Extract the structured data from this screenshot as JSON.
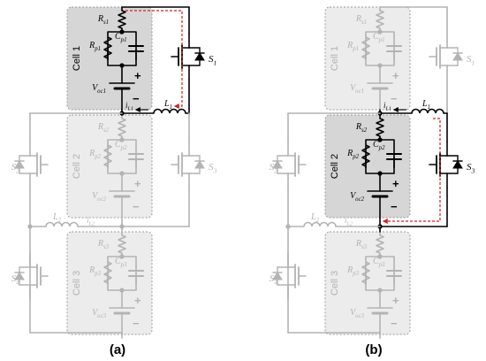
{
  "captions": {
    "a": "(a)",
    "b": "(b)"
  },
  "colors": {
    "active": "#000000",
    "inactive": "#b3b3b3",
    "flow": "#d62020",
    "active_cell_fill": "#d6d6d6",
    "inactive_cell_fill": "#ececec"
  },
  "circuits": [
    {
      "id": "a",
      "active_cell": 1,
      "active_switch": "S1",
      "cells": [
        {
          "name": "Cell 1",
          "r": "R",
          "r_sub": "s1",
          "rp": "R",
          "rp_sub": "p1",
          "c": "C",
          "c_sub": "p1",
          "v": "V",
          "v_sub": "oc1",
          "plus": "+",
          "minus": "−"
        },
        {
          "name": "Cell 2",
          "r": "R",
          "r_sub": "s2",
          "rp": "R",
          "rp_sub": "p2",
          "c": "C",
          "c_sub": "p2",
          "v": "V",
          "v_sub": "oc2",
          "plus": "+",
          "minus": "−"
        },
        {
          "name": "Cell 3",
          "r": "R",
          "r_sub": "s3",
          "rp": "R",
          "rp_sub": "p3",
          "c": "C",
          "c_sub": "p3",
          "v": "V",
          "v_sub": "oc3",
          "plus": "+",
          "minus": "−"
        }
      ],
      "switches": [
        {
          "s": "S",
          "sub": "1"
        },
        {
          "s": "S",
          "sub": "2"
        },
        {
          "s": "S",
          "sub": "3"
        },
        {
          "s": "S",
          "sub": "4"
        }
      ],
      "inductors": [
        {
          "l": "L",
          "l_sub": "1",
          "i": "i",
          "i_sub": "L1"
        },
        {
          "l": "L",
          "l_sub": "2",
          "i": "i",
          "i_sub": "L2"
        }
      ]
    },
    {
      "id": "b",
      "active_cell": 2,
      "active_switch": "S3",
      "cells": [
        {
          "name": "Cell 1",
          "r": "R",
          "r_sub": "s1",
          "rp": "R",
          "rp_sub": "p1",
          "c": "C",
          "c_sub": "p1",
          "v": "V",
          "v_sub": "oc1",
          "plus": "+",
          "minus": "−"
        },
        {
          "name": "Cell 2",
          "r": "R",
          "r_sub": "s2",
          "rp": "R",
          "rp_sub": "p2",
          "c": "C",
          "c_sub": "p2",
          "v": "V",
          "v_sub": "oc2",
          "plus": "+",
          "minus": "−"
        },
        {
          "name": "Cell 3",
          "r": "R",
          "r_sub": "s3",
          "rp": "R",
          "rp_sub": "p3",
          "c": "C",
          "c_sub": "p3",
          "v": "V",
          "v_sub": "oc3",
          "plus": "+",
          "minus": "−"
        }
      ],
      "switches": [
        {
          "s": "S",
          "sub": "1"
        },
        {
          "s": "S",
          "sub": "2"
        },
        {
          "s": "S",
          "sub": "3"
        },
        {
          "s": "S",
          "sub": "4"
        }
      ],
      "inductors": [
        {
          "l": "L",
          "l_sub": "1",
          "i": "i",
          "i_sub": "L1"
        },
        {
          "l": "L",
          "l_sub": "2",
          "i": "i",
          "i_sub": "L2"
        }
      ]
    }
  ]
}
